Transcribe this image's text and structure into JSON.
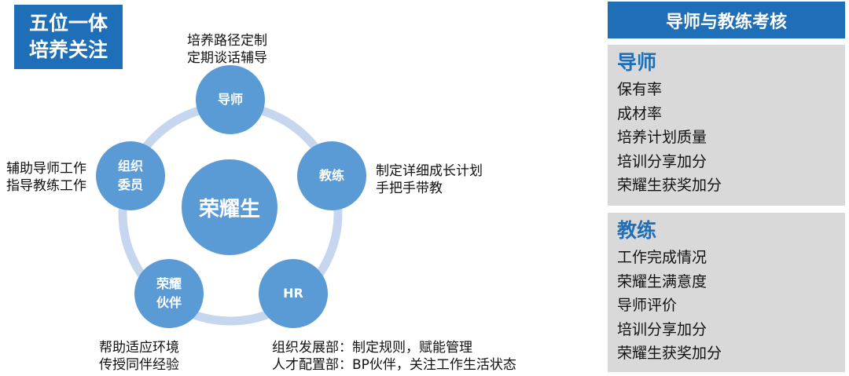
{
  "title": {
    "line1": "五位一体",
    "line2": "培养关注"
  },
  "nodes": {
    "center": "荣耀生",
    "mentor": "导师",
    "coach": "教练",
    "hr": "HR",
    "partner": {
      "line1": "荣耀",
      "line2": "伙伴"
    },
    "committee": {
      "line1": "组织",
      "line2": "委员"
    }
  },
  "notes": {
    "mentor": [
      "培养路径定制",
      "定期谈话辅导"
    ],
    "coach": [
      "制定详细成长计划",
      "手把手带教"
    ],
    "committee": [
      "辅助导师工作",
      "指导教练工作"
    ],
    "partner": [
      "帮助适应环境",
      "传授同伴经验"
    ],
    "hr": [
      "组织发展部：制定规则，赋能管理",
      "人才配置部：BP伙伴，关注工作生活状态"
    ]
  },
  "assessment": {
    "header": "导师与教练考核",
    "mentor": {
      "title": "导师",
      "items": [
        "保有率",
        "成材率",
        "培养计划质量",
        "培训分享加分",
        "荣耀生获奖加分"
      ]
    },
    "coach": {
      "title": "教练",
      "items": [
        "工作完成情况",
        "荣耀生满意度",
        "导师评价",
        "培训分享加分",
        "荣耀生获奖加分"
      ]
    }
  },
  "colors": {
    "primary": "#1f6fb8",
    "node": "#5b9bd5",
    "ring": "#c5d6ee",
    "panel": "#d9d9d9"
  }
}
